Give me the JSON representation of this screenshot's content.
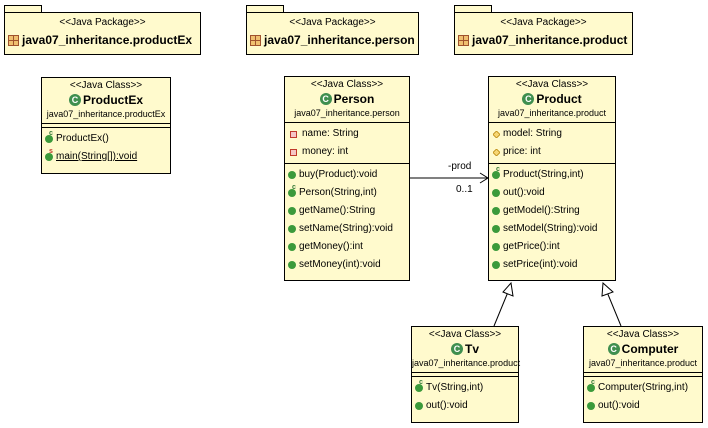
{
  "packages": [
    {
      "stereotype": "<<Java Package>>",
      "name": "java07_inheritance.productEx"
    },
    {
      "stereotype": "<<Java Package>>",
      "name": "java07_inheritance.person"
    },
    {
      "stereotype": "<<Java Package>>",
      "name": "java07_inheritance.product"
    }
  ],
  "classes": {
    "productex": {
      "stereotype": "<<Java Class>>",
      "name": "ProductEx",
      "package": "java07_inheritance.productEx",
      "methods": [
        "ProductEx()",
        "main(String[]):void"
      ]
    },
    "person": {
      "stereotype": "<<Java Class>>",
      "name": "Person",
      "package": "java07_inheritance.person",
      "fields": [
        "name: String",
        "money: int"
      ],
      "methods": [
        "buy(Product):void",
        "Person(String,int)",
        "getName():String",
        "setName(String):void",
        "getMoney():int",
        "setMoney(int):void"
      ]
    },
    "product": {
      "stereotype": "<<Java Class>>",
      "name": "Product",
      "package": "java07_inheritance.product",
      "fields": [
        "model: String",
        "price: int"
      ],
      "methods": [
        "Product(String,int)",
        "out():void",
        "getModel():String",
        "setModel(String):void",
        "getPrice():int",
        "setPrice(int):void"
      ]
    },
    "tv": {
      "stereotype": "<<Java Class>>",
      "name": "Tv",
      "package": "java07_inheritance.product",
      "methods": [
        "Tv(String,int)",
        "out():void"
      ]
    },
    "computer": {
      "stereotype": "<<Java Class>>",
      "name": "Computer",
      "package": "java07_inheritance.product",
      "methods": [
        "Computer(String,int)",
        "out():void"
      ]
    }
  },
  "association": {
    "role": "-prod",
    "multiplicity": "0..1"
  },
  "icons": {
    "package": "package-icon",
    "class": "class-icon",
    "method": "public-method-icon",
    "private_field": "private-field-icon",
    "protected_field": "protected-field-icon"
  },
  "colors": {
    "fill": "#fffacd",
    "class_icon": "#3f8f4f",
    "method_icon": "#3b9a3b",
    "private": "#c0392b",
    "protected": "#d4a017"
  }
}
